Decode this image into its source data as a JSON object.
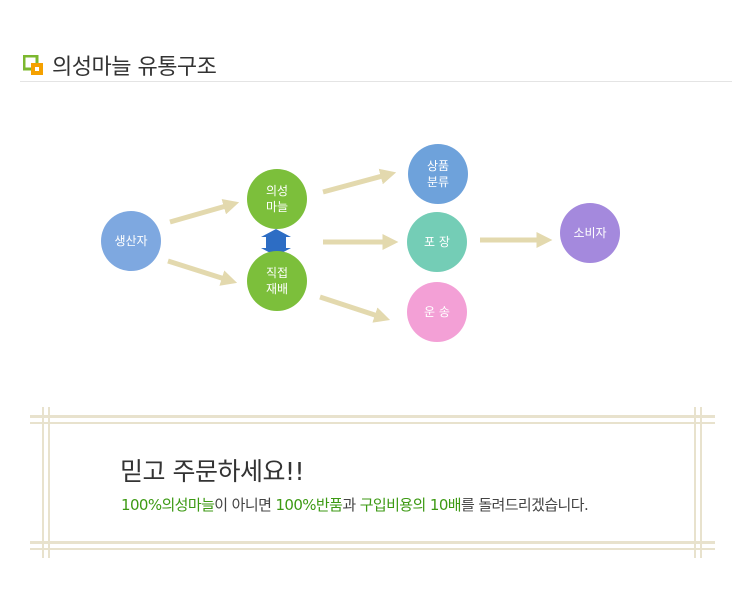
{
  "header": {
    "title": "의성마늘 유통구조",
    "icon": "nested-squares-icon",
    "icon_colors": [
      "#f5a100",
      "#7cb82f"
    ]
  },
  "diagram": {
    "nodes": {
      "producer": {
        "label": "생산자",
        "color": "#7ea8e0"
      },
      "uiseong_garlic": {
        "label": "의성\n마늘",
        "color": "#7cbf3b"
      },
      "direct_cultivation": {
        "label": "직접\n재배",
        "color": "#7cbf3b"
      },
      "sorting": {
        "label": "상품\n분류",
        "color": "#6ea2db"
      },
      "packaging": {
        "label": "포 장",
        "color": "#74cdb6"
      },
      "delivery": {
        "label": "운 송",
        "color": "#f3a0d6"
      },
      "consumer": {
        "label": "소비자",
        "color": "#a489dd"
      }
    },
    "arrow_color": "#e3d9ae",
    "link_arrow_color": "#2d6dc4"
  },
  "slogan": {
    "main": "믿고 주문하세요!!",
    "sub_parts": [
      {
        "text": "100%의성마늘",
        "highlight": true
      },
      {
        "text": "이 아니면 ",
        "highlight": false
      },
      {
        "text": "100%반품",
        "highlight": true
      },
      {
        "text": "과 ",
        "highlight": false
      },
      {
        "text": "구입비용의 10배",
        "highlight": true
      },
      {
        "text": "를 돌려드리겠습니다.",
        "highlight": false
      }
    ]
  }
}
